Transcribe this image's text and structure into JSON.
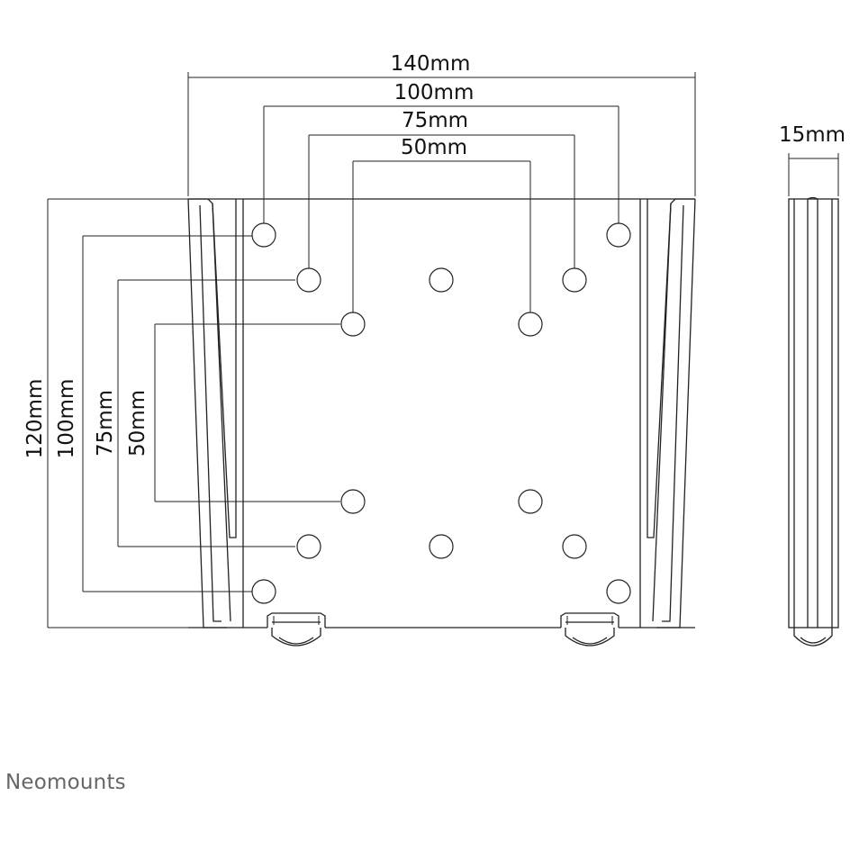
{
  "dimensions": {
    "overall_width": "140mm",
    "vesa_100_h": "100mm",
    "vesa_75_h": "75mm",
    "vesa_50_h": "50mm",
    "depth": "15mm",
    "overall_height": "120mm",
    "vesa_100_v": "100mm",
    "vesa_75_v": "75mm",
    "vesa_50_v": "50mm"
  },
  "brand": {
    "name": "Neomounts"
  }
}
